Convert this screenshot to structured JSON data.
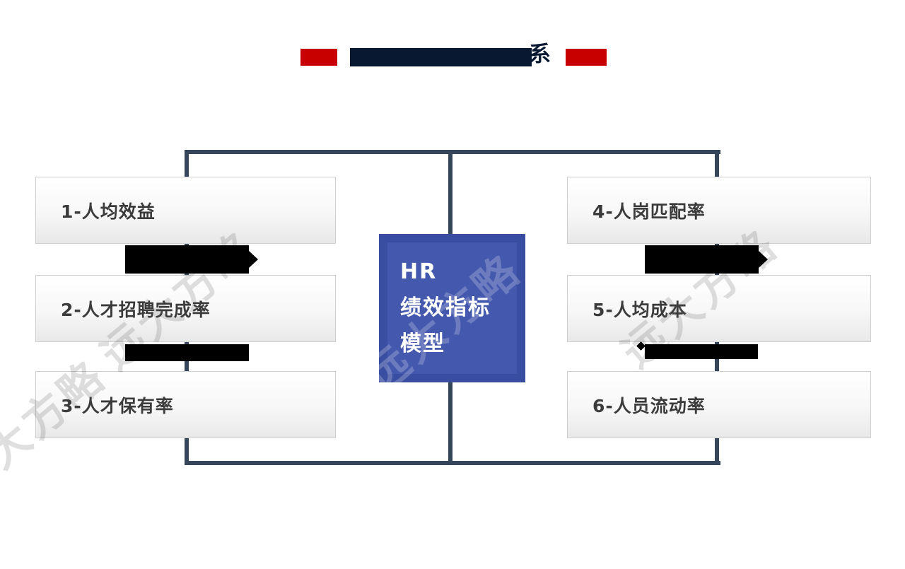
{
  "title": {
    "visible_char": "系",
    "redacted": true
  },
  "center_box": {
    "line1": "HR",
    "line2": "绩效指标",
    "line3": "模型"
  },
  "boxes": [
    {
      "label": "1-人均效益"
    },
    {
      "label": "2-人才招聘完成率"
    },
    {
      "label": "3-人才保有率"
    },
    {
      "label": "4-人岗匹配率"
    },
    {
      "label": "5-人均成本"
    },
    {
      "label": "6-人员流动率"
    }
  ],
  "watermark": "远大方略",
  "colors": {
    "accent_red": "#C80000",
    "title_navy": "#081830",
    "connector_line": "#36465A",
    "center_box_outer": "#3A4EA1",
    "center_box_inner": "#4458AE",
    "box_text": "#3B3B3B",
    "redaction": "#000000"
  }
}
